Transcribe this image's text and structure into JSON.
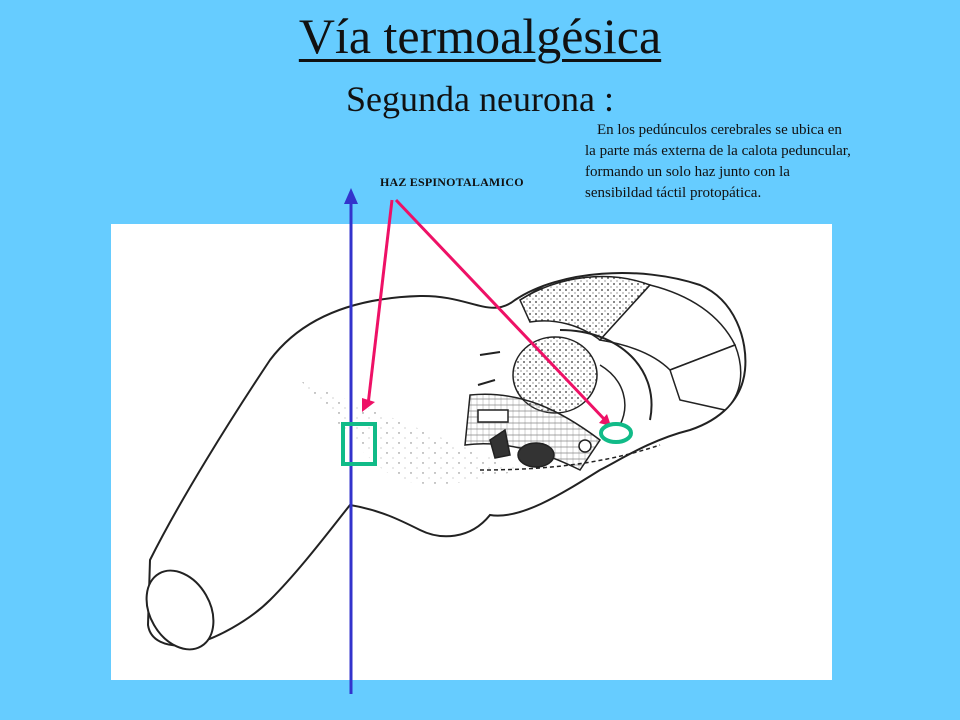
{
  "header": {
    "title": "Vía termoalgésica",
    "subtitle": "Segunda neurona :"
  },
  "description": {
    "lines": [
      "En los pedúnculos cerebrales se ubica en",
      "la parte más externa de la calota peduncular,",
      "formando un solo haz junto con la",
      "sensibildad táctil protopática."
    ]
  },
  "labels": {
    "tract": "HAZ ESPINOTALAMICO"
  },
  "colors": {
    "background": "#66ccff",
    "panel": "#ffffff",
    "axis_line": "#3333cc",
    "pointer": "#ee1166",
    "marker": "#11bb88"
  }
}
